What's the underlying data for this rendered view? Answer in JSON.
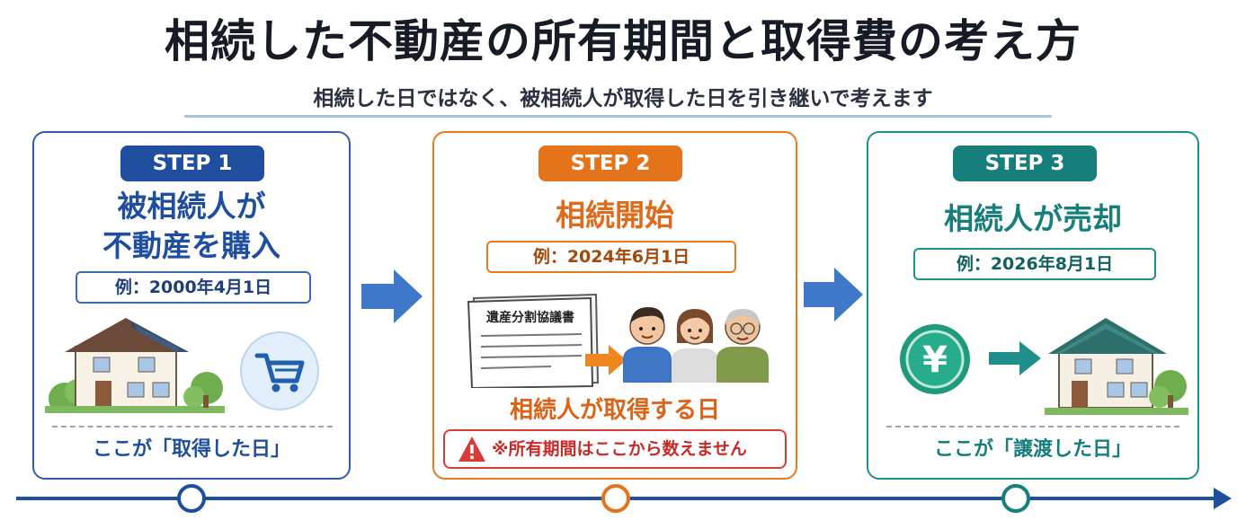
{
  "title": "相続した不動産の所有期間と取得費の考え方",
  "subtitle": "相続した日ではなく、被相続人が取得した日を引き継いで考えます",
  "steps": [
    {
      "badge": "STEP 1",
      "heading_line1": "被相続人が",
      "heading_line2": "不動産を購入",
      "example": "例：2000年4月1日",
      "bottom_label": "ここが「取得した日」",
      "icons": [
        "house-icon",
        "shopping-cart-icon"
      ]
    },
    {
      "badge": "STEP 2",
      "heading": "相続開始",
      "example": "例：2024年6月1日",
      "document_title": "遺産分割協議書",
      "subheading": "相続人が取得する日",
      "warning": "※所有期間はここから数えません",
      "icons": [
        "document-icon",
        "arrow-right-icon",
        "family-icon",
        "warning-icon"
      ]
    },
    {
      "badge": "STEP 3",
      "heading": "相続人が売却",
      "example": "例：2026年8月1日",
      "bottom_label": "ここが「譲渡した日」",
      "icons": [
        "yen-coin-icon",
        "arrow-right-icon",
        "house-icon"
      ]
    }
  ],
  "colors": {
    "step1": "#1f4e9e",
    "step2": "#e5731a",
    "step3": "#167f7c",
    "warning": "#d93b36",
    "timeline": "#1d4f9c"
  }
}
